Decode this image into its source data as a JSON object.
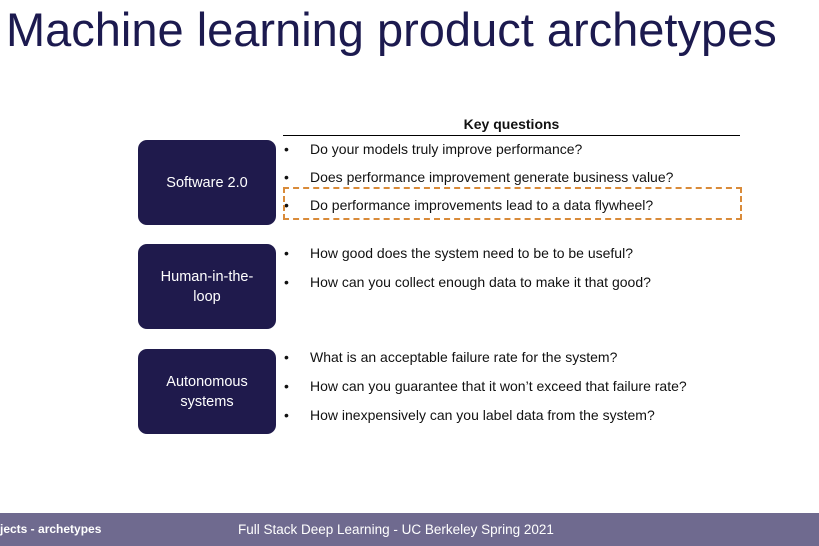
{
  "slide": {
    "title": "Machine learning product archetypes",
    "key_questions_header": "Key questions",
    "archetypes": [
      {
        "name_lines": [
          "Software 2.0"
        ]
      },
      {
        "name_lines": [
          "Human-in-the-",
          "loop"
        ]
      },
      {
        "name_lines": [
          "Autonomous",
          "systems"
        ]
      }
    ],
    "questions": [
      {
        "bullet": "•",
        "text": "Do your models truly improve performance?"
      },
      {
        "bullet": "•",
        "text": "Does performance improvement generate business value?"
      },
      {
        "bullet": "•",
        "text": "Do performance improvements lead to a data flywheel?"
      },
      {
        "bullet": "•",
        "text": "How good does the system need to be to be useful?"
      },
      {
        "bullet": "•",
        "text": "How can you collect enough data to make it that good?"
      },
      {
        "bullet": "•",
        "text": "What is an acceptable failure rate for the system?"
      },
      {
        "bullet": "•",
        "text": "How can you guarantee that it won’t exceed that failure rate?"
      },
      {
        "bullet": "•",
        "text": "How inexpensively can you label data from the system?"
      }
    ],
    "highlight_color": "#d98b3a",
    "box_color": "#1f1a4c",
    "title_color": "#1c1a4f"
  },
  "footer": {
    "left_text": "jects - archetypes",
    "center_text": "Full Stack Deep Learning - UC Berkeley Spring 2021",
    "background": "#6f6a8f"
  }
}
